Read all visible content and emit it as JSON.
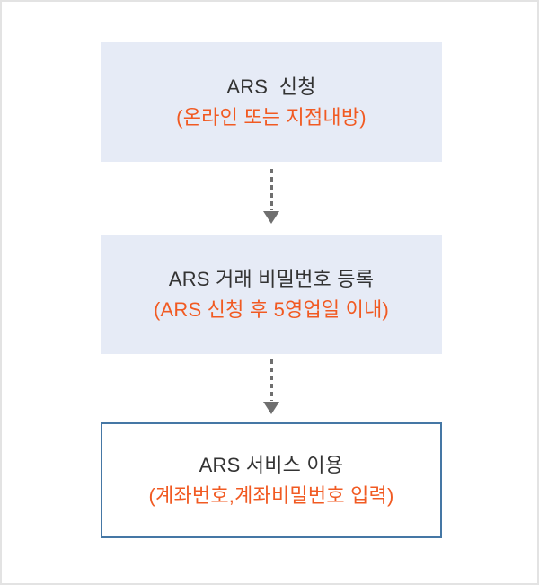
{
  "page": {
    "background_color": "#ffffff",
    "frame_border_color": "#e3e3e3"
  },
  "colors": {
    "box_fill": "#e6ebf6",
    "box_outline": "#4577a5",
    "title_text": "#333333",
    "subtitle_text": "#f15a22",
    "arrow": "#6f6f6f"
  },
  "flow": {
    "steps": [
      {
        "title": "ARS  신청",
        "subtitle": "(온라인 또는 지점내방)",
        "variant": "filled"
      },
      {
        "title": "ARS 거래 비밀번호 등록",
        "subtitle": "(ARS 신청 후 5영업일 이내)",
        "variant": "filled"
      },
      {
        "title": "ARS 서비스 이용",
        "subtitle": "(계좌번호,계좌비밀번호 입력)",
        "variant": "outlined"
      }
    ],
    "arrow_icon": "dashed-down-arrow"
  }
}
